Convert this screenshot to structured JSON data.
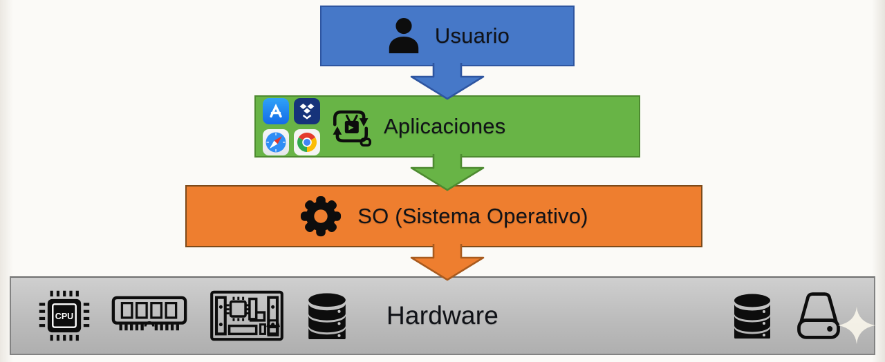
{
  "layers": {
    "usuario": {
      "label": "Usuario",
      "fill": "#4678C8",
      "border": "#2E55A0",
      "icon": "user-icon"
    },
    "aplicaciones": {
      "label": "Aplicaciones",
      "fill": "#68B446",
      "border": "#4D8A30",
      "app_icons": [
        "app-store-icon",
        "dropbox-icon",
        "safari-icon",
        "chrome-icon",
        "apps-sync-icon"
      ]
    },
    "so": {
      "label": "SO (Sistema Operativo)",
      "fill": "#EE7E2F",
      "border": "#7D4A1A",
      "icon": "gear-icon"
    },
    "hardware": {
      "label": "Hardware",
      "fill": "#BDBDBD",
      "border": "#787878",
      "cpu_label": "CPU",
      "left_icons": [
        "cpu-chip-icon",
        "ram-icon",
        "motherboard-icon",
        "database-icon"
      ],
      "right_icons": [
        "database-icon",
        "hard-drive-icon"
      ],
      "decoration": "sparkle-icon"
    }
  },
  "arrows": [
    {
      "from": "usuario",
      "to": "aplicaciones",
      "color": "#4678C8",
      "border": "#2E55A0"
    },
    {
      "from": "aplicaciones",
      "to": "so",
      "color": "#68B446",
      "border": "#4D8A30"
    },
    {
      "from": "so",
      "to": "hardware",
      "color": "#EE7E2F",
      "border": "#A85A1E"
    }
  ]
}
